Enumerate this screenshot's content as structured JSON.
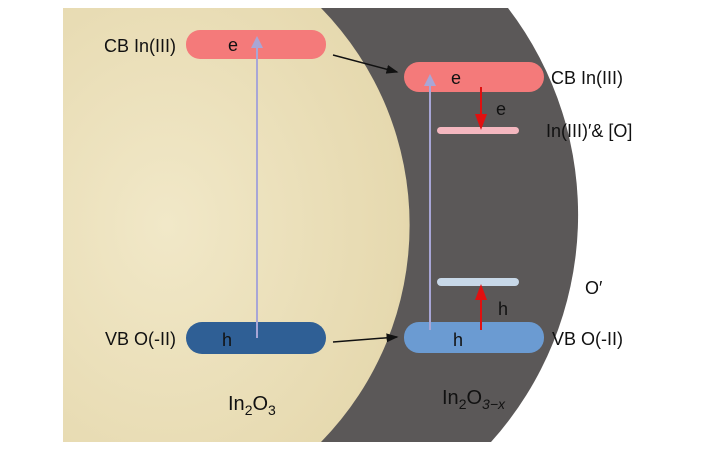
{
  "colors": {
    "beige": "#eee3bf",
    "gray": "#5b5858",
    "cb": "#f47a7a",
    "vb_left": "#2f5f95",
    "vb_right": "#6b9bd2",
    "defect_in": "#f4b7bf",
    "defect_o": "#c8d8e8",
    "excite": "#a8a6d6",
    "red": "#e01010"
  },
  "left": {
    "cb_label": "CB In(III)",
    "vb_label": "VB O(-II)",
    "electron": "e",
    "hole": "h",
    "material": {
      "base": "In",
      "sub1": "2",
      "mid": "O",
      "sub2": "3"
    }
  },
  "right": {
    "cb_label": "CB In(III)",
    "vb_label": "VB O(-II)",
    "electron": "e",
    "hole": "h",
    "defect_in_label": "In(III)′& [O]",
    "defect_o_label": "O′",
    "trap_electron": "e",
    "trap_hole": "h",
    "material": {
      "base": "In",
      "sub1": "2",
      "mid": "O",
      "sub2": "3−x"
    }
  }
}
